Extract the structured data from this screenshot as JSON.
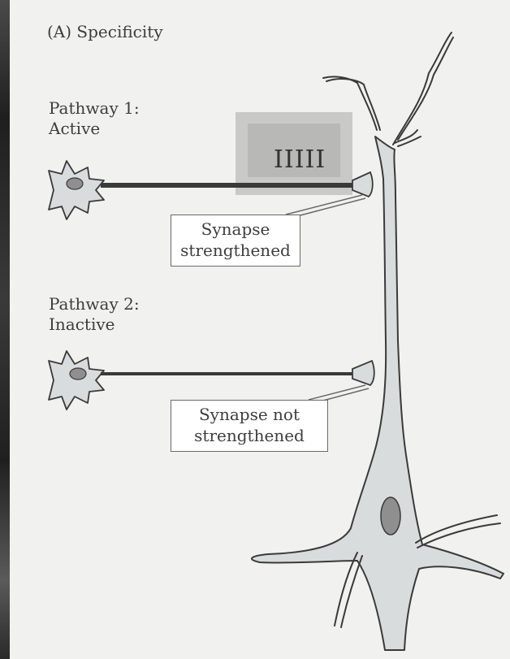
{
  "figure": {
    "panel_title": "(A) Specificity",
    "pathway_1": {
      "name": "Pathway 1:",
      "state": "Active"
    },
    "pathway_2": {
      "name": "Pathway 2:",
      "state": "Inactive"
    },
    "callout_1": {
      "line1": "Synapse",
      "line2": "strengthened"
    },
    "callout_2": {
      "line1": "Synapse not",
      "line2": "strengthened"
    },
    "stimulus_marks": "IIIII"
  },
  "colors": {
    "background": "#f1f1f0",
    "neuron_fill": "#d9dcdc",
    "neuron_outline": "#3a3a3a",
    "nucleus_fill": "#8f8f8f",
    "stimulus_box_outer": "#c7c7c7",
    "stimulus_box_inner": "#b9b9b9"
  }
}
